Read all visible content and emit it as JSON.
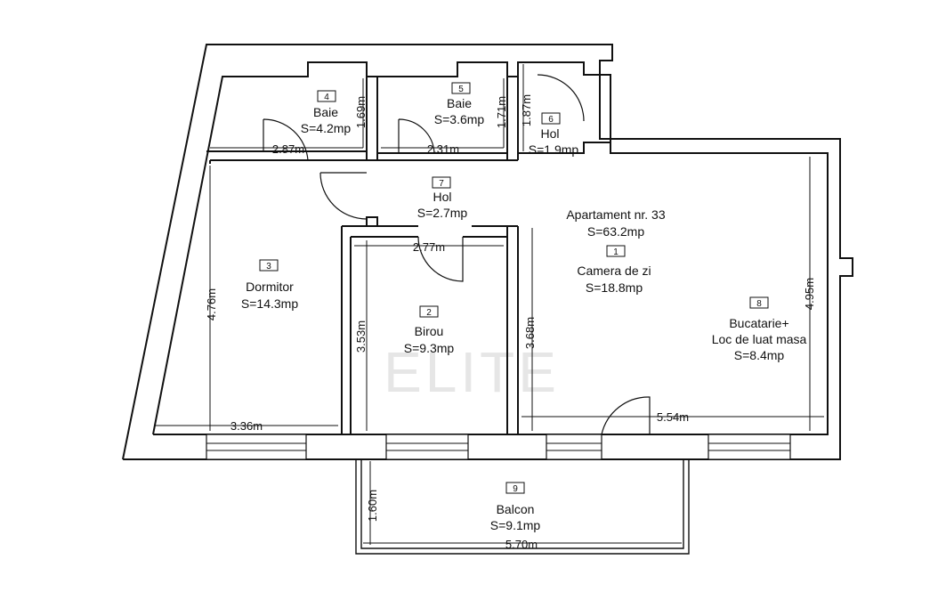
{
  "watermark": "ELITE",
  "apartment": {
    "title": "Apartament nr. 33",
    "total_area": "S=63.2mp"
  },
  "rooms": [
    {
      "number": "1",
      "name": "Camera de zi",
      "area": "S=18.8mp"
    },
    {
      "number": "2",
      "name": "Birou",
      "area": "S=9.3mp"
    },
    {
      "number": "3",
      "name": "Dormitor",
      "area": "S=14.3mp"
    },
    {
      "number": "4",
      "name": "Baie",
      "area": "S=4.2mp"
    },
    {
      "number": "5",
      "name": "Baie",
      "area": "S=3.6mp"
    },
    {
      "number": "6",
      "name": "Hol",
      "area": "S=1.9mp"
    },
    {
      "number": "7",
      "name": "Hol",
      "area": "S=2.7mp"
    },
    {
      "number": "8",
      "name": "Bucatarie+",
      "name2": "Loc de luat masa",
      "area": "S=8.4mp"
    },
    {
      "number": "9",
      "name": "Balcon",
      "area": "S=9.1mp"
    }
  ],
  "dimensions": {
    "baie4_width": "2.87m",
    "baie4_height": "1.69m",
    "baie5_width": "2.31m",
    "baie5_height": "1.71m",
    "hol6_height": "1.87m",
    "birou_width": "2.77m",
    "birou_height": "3.53m",
    "dormitor_height": "4.76m",
    "dormitor_width": "3.36m",
    "living_height": "3.68m",
    "kitchen_width": "5.54m",
    "kitchen_height": "4.95m",
    "balcon_height": "1.60m",
    "balcon_width": "5.70m"
  }
}
